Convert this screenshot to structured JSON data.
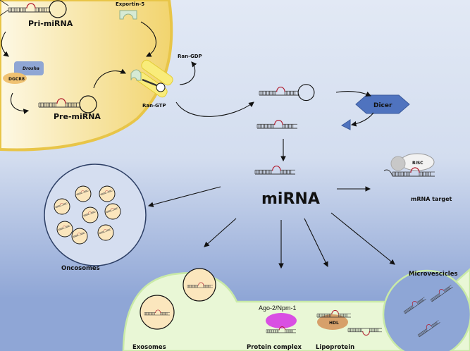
{
  "labels": {
    "pri_mirna": "Pri-miRNA",
    "exportin": "Exportin-5",
    "drosha": "Drosha",
    "dgcr8": "DGCR8",
    "pre_mirna": "Pre-miRNA",
    "ran_gtp": "Ran-GTP",
    "ran_gdp": "Ran-GDP",
    "dicer": "Dicer",
    "mirna": "miRNA",
    "risc": "RISC",
    "mrna_target": "mRNA target",
    "oncosomes": "Oncosomes",
    "microvesicles": "Microvescicles",
    "exosomes": "Exosomes",
    "ago_npm": "Ago-2/Npm-1",
    "protein_complex": "Protein complex",
    "hdl": "HDL",
    "lipoprotein": "Lipoprotein"
  },
  "colors": {
    "nucleus": "#f5dc84",
    "extracellular": "#a9bce2",
    "cell": "#e9f7d6",
    "dicer": "#4f73bf",
    "drosha": "#8fa6d4",
    "dgcr8": "#f0c272",
    "exportin": "#d6ead4",
    "ran": "#f9ec7a",
    "ago": "#d94fe3",
    "hdl": "#d7a06a",
    "risc": "#f2f2f2",
    "rna_loop": "#b0182a"
  }
}
